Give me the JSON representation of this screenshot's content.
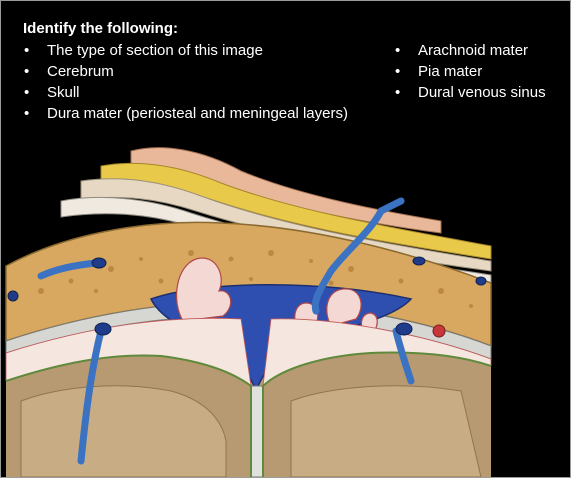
{
  "slide": {
    "heading": "Identify the following:",
    "left_items": [
      "The type of section of this image",
      "Cerebrum",
      "Skull",
      "Dura mater (periosteal and meningeal layers)"
    ],
    "right_items": [
      "Arachnoid mater",
      "Pia mater",
      "Dural venous sinus"
    ]
  },
  "illustration": {
    "subject": "coronal section of the brain meninges",
    "colors": {
      "background": "#000000",
      "skin": "#e9b89a",
      "fat": "#e8c94a",
      "bone": "#d8a860",
      "dura": "#d6d6d2",
      "sinus": "#2f4fb0",
      "vein": "#3b72c2",
      "brain": "#b89a72",
      "subarachnoid": "#f6e6e0",
      "vessel_red": "#c8383a",
      "pia": "#5f8a3c"
    }
  }
}
